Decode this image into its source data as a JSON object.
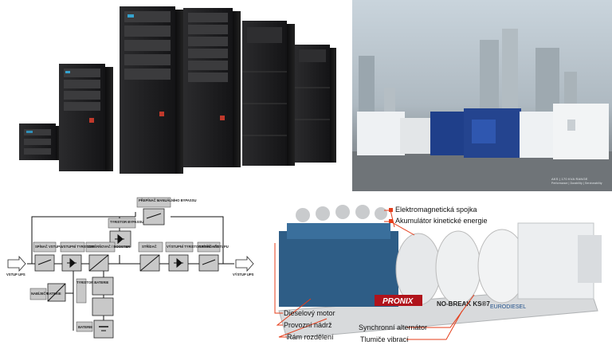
{
  "generator_caption": "AKS | 170 KVA RANGE",
  "generator_subcaption": "Performance | Durability | Serviceability",
  "diagram": {
    "input_label": "VSTUP UPS",
    "output_label": "VÝSTUP UPS",
    "blocks": {
      "maintenance_bypass": "PŘEPÍNAČ MANUÁLNÍHO BYPASSU",
      "thyristor_bypass": "TYRISTOR BYPASSU",
      "input_switch": "SPÍNAČ VSTUPU",
      "input_thyristor": "VSTUPNÍ TYRISTOR",
      "rectifier": "USMĚRŇOVAČ / BOOSTER",
      "inverter": "STŘÍDAČ",
      "output_thyristor": "VÝSTUPNÍ TYRISTOR STŘÍDAČE",
      "output_switch": "SPÍNAČ VÝSTUPU",
      "battery_charger": "NABÍJEČ BATERIE",
      "battery_thyristor": "TYRISTOR BATERIE",
      "battery": "BATERIE"
    }
  },
  "rotary": {
    "brand": "PRONIX",
    "model": "NO-BREAK KS®7",
    "maker": "EURODIESEL",
    "labels": {
      "clutch": "Elektromagnetická spojka",
      "accumulator": "Akumulátor kinetické energie",
      "engine": "Dieselový motor",
      "tank": "Provozní nádrž",
      "frame": "Rám rozdělení",
      "alternator": "Synchronní alternátor",
      "damper": "Tlumiče vibrací"
    },
    "accent_color": "#e53d1a"
  }
}
